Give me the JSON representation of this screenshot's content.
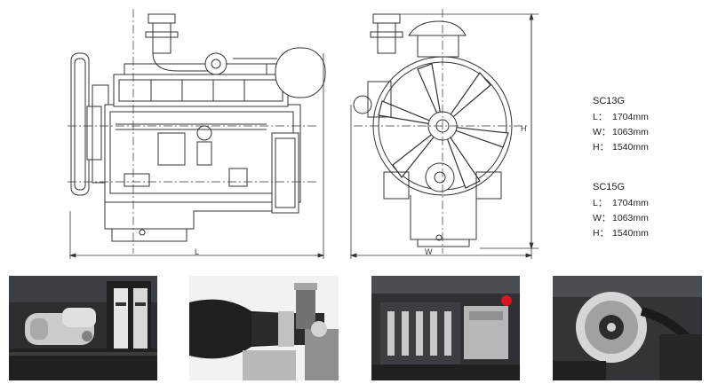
{
  "specs": [
    {
      "model": "SC13G",
      "length": {
        "key": "L：",
        "value": "1704mm"
      },
      "width": {
        "key": "W：",
        "value": "1063mm"
      },
      "height": {
        "key": "H：",
        "value": "1540mm"
      }
    },
    {
      "model": "SC15G",
      "length": {
        "key": "L：",
        "value": "1704mm"
      },
      "width": {
        "key": "W：",
        "value": "1063mm"
      },
      "height": {
        "key": "H：",
        "value": "1540mm"
      }
    }
  ],
  "drawing": {
    "side_length_label": "L",
    "front_width_label": "W",
    "front_height_label": "H"
  },
  "photos": [
    {
      "icon": "starter-motor-photo"
    },
    {
      "icon": "turbocharger-intake-photo"
    },
    {
      "icon": "fuel-injection-pump-photo"
    },
    {
      "icon": "alternator-photo"
    }
  ],
  "colors": {
    "line": "#333333",
    "photo_dark": "#2a2c2e",
    "accent_red": "#d8141e"
  }
}
